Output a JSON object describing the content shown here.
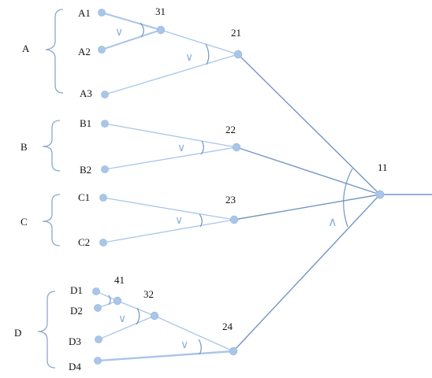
{
  "groups": [
    {
      "id": "A",
      "label": "A",
      "leaves": [
        "A1",
        "A2",
        "A3"
      ]
    },
    {
      "id": "B",
      "label": "B",
      "leaves": [
        "B1",
        "B2"
      ]
    },
    {
      "id": "C",
      "label": "C",
      "leaves": [
        "C1",
        "C2"
      ]
    },
    {
      "id": "D",
      "label": "D",
      "leaves": [
        "D1",
        "D2",
        "D3",
        "D4"
      ]
    }
  ],
  "nodes": {
    "A1": "A1",
    "A2": "A2",
    "A3": "A3",
    "B1": "B1",
    "B2": "B2",
    "C1": "C1",
    "C2": "C2",
    "D1": "D1",
    "D2": "D2",
    "D3": "D3",
    "D4": "D4",
    "n31": "31",
    "n21": "21",
    "n22": "22",
    "n23": "23",
    "n24": "24",
    "n41": "41",
    "n32": "32",
    "n11": "11"
  },
  "gates": {
    "or_symbol": "∨",
    "and_symbol": "∧"
  },
  "colors": {
    "light_edge": "#a9c6e8",
    "dark_edge": "#7396c4",
    "node_fill": "#a9c6e8",
    "bracket": "#8ca8cc"
  }
}
